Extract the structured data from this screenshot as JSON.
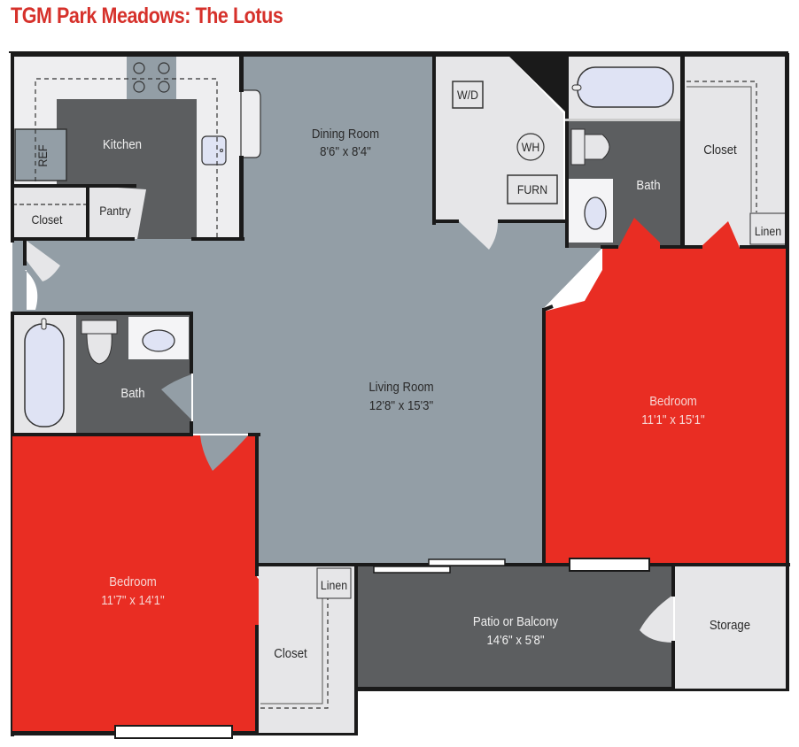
{
  "title": "TGM Park Meadows: The Lotus",
  "colors": {
    "title": "#d6312b",
    "bedroom": "#e92d23",
    "living": "#939ea6",
    "wet_room": "#5c5e60",
    "storage": "#e6e6e8",
    "wall": "#1a1a1a",
    "fixture": "#dfe3f4"
  },
  "rooms": {
    "kitchen": {
      "name": "Kitchen",
      "ref": "REF"
    },
    "pantry": {
      "name": "Pantry"
    },
    "entry_closet": {
      "name": "Closet"
    },
    "dining": {
      "name": "Dining Room",
      "size": "8'6\" x 8'4\""
    },
    "utility": {
      "wd": "W/D",
      "wh": "WH",
      "furn": "FURN"
    },
    "master_bath": {
      "name": "Bath"
    },
    "master_closet": {
      "name": "Closet",
      "linen": "Linen"
    },
    "hall_bath": {
      "name": "Bath"
    },
    "living": {
      "name": "Living Room",
      "size": "12'8\" x 15'3\""
    },
    "bedroom_right": {
      "name": "Bedroom",
      "size": "11'1\" x 15'1\""
    },
    "bedroom_left": {
      "name": "Bedroom",
      "size": "11'7\" x 14'1\""
    },
    "bedroom_left_closet": {
      "name": "Closet",
      "linen": "Linen"
    },
    "patio": {
      "name": "Patio or Balcony",
      "size": "14'6\" x 5'8\""
    },
    "storage": {
      "name": "Storage"
    }
  }
}
